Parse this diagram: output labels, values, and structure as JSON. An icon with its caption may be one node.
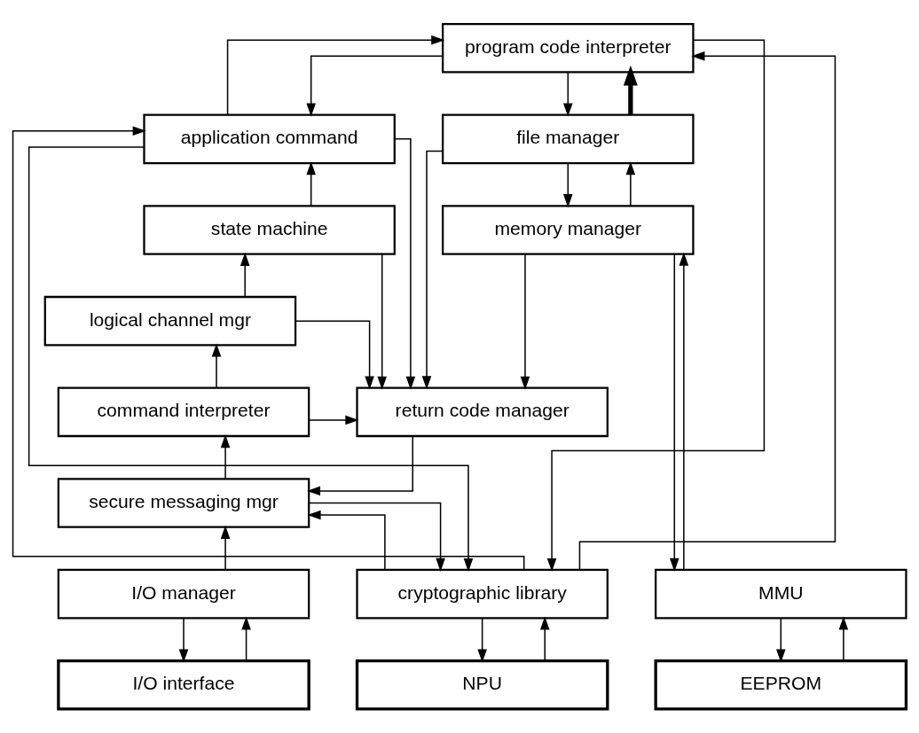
{
  "diagram": {
    "nodes": [
      {
        "text": [
          "application command"
        ]
      },
      {
        "text": [
          "state machine"
        ]
      },
      {
        "text": [
          "logical channel mgr"
        ]
      },
      {
        "text": [
          "command interpreter"
        ]
      },
      {
        "text": [
          "secure messaging mgr"
        ]
      },
      {
        "text": [
          "I/O manager"
        ]
      },
      {
        "text": [
          "I/O interface"
        ]
      },
      {
        "text": [
          "return code manager"
        ]
      },
      {
        "text": [
          "cryptographic library"
        ]
      },
      {
        "text": [
          "NPU"
        ]
      },
      {
        "text": [
          "program code interpreter"
        ]
      },
      {
        "text": [
          "file manager"
        ]
      },
      {
        "text": [
          "memory manager"
        ]
      },
      {
        "text": [
          "MMU"
        ]
      },
      {
        "text": [
          "EEPROM"
        ]
      }
    ],
    "edges": [
      {
        "from": 0,
        "to": 10,
        "arrow": "to"
      },
      {
        "from": 10,
        "to": 0,
        "arrow": "to"
      },
      {
        "from": 0,
        "to": 8,
        "arrow": "to"
      },
      {
        "from": 10,
        "to": 8,
        "arrow": "to"
      },
      {
        "from": 8,
        "to": 0,
        "arrow": "to"
      },
      {
        "from": 8,
        "to": 10,
        "arrow": "to"
      },
      {
        "from": 8,
        "to": 4,
        "arrow": "to"
      },
      {
        "from": 0,
        "to": 7,
        "arrow": "to"
      },
      {
        "from": 1,
        "to": 7,
        "arrow": "to"
      },
      {
        "from": 2,
        "to": 7,
        "arrow": "to"
      },
      {
        "from": 3,
        "to": 7,
        "arrow": "to"
      },
      {
        "from": 11,
        "to": 7,
        "arrow": "to"
      },
      {
        "from": 12,
        "to": 7,
        "arrow": "to"
      },
      {
        "from": 7,
        "to": 4,
        "arrow": "to"
      },
      {
        "from": 4,
        "to": 8,
        "arrow": "to"
      },
      {
        "from": 1,
        "to": 0,
        "arrow": "to"
      },
      {
        "from": 2,
        "to": 1,
        "arrow": "to"
      },
      {
        "from": 3,
        "to": 2,
        "arrow": "to"
      },
      {
        "from": 4,
        "to": 3,
        "arrow": "to"
      },
      {
        "from": 5,
        "to": 4,
        "arrow": "to"
      },
      {
        "from": 6,
        "to": 5,
        "arrow": "to"
      },
      {
        "from": 5,
        "to": 6,
        "arrow": "to"
      },
      {
        "from": 9,
        "to": 8,
        "arrow": "to"
      },
      {
        "from": 8,
        "to": 9,
        "arrow": "to"
      },
      {
        "from": 11,
        "to": 10,
        "arrow": "to",
        "style": "thick"
      },
      {
        "from": 10,
        "to": 11,
        "arrow": "to"
      },
      {
        "from": 12,
        "to": 11,
        "arrow": "to"
      },
      {
        "from": 11,
        "to": 12,
        "arrow": "to"
      },
      {
        "from": 13,
        "to": 12,
        "arrow": "to"
      },
      {
        "from": 12,
        "to": 13,
        "arrow": "to"
      },
      {
        "from": 14,
        "to": 13,
        "arrow": "to"
      },
      {
        "from": 13,
        "to": 14,
        "arrow": "to"
      }
    ]
  }
}
